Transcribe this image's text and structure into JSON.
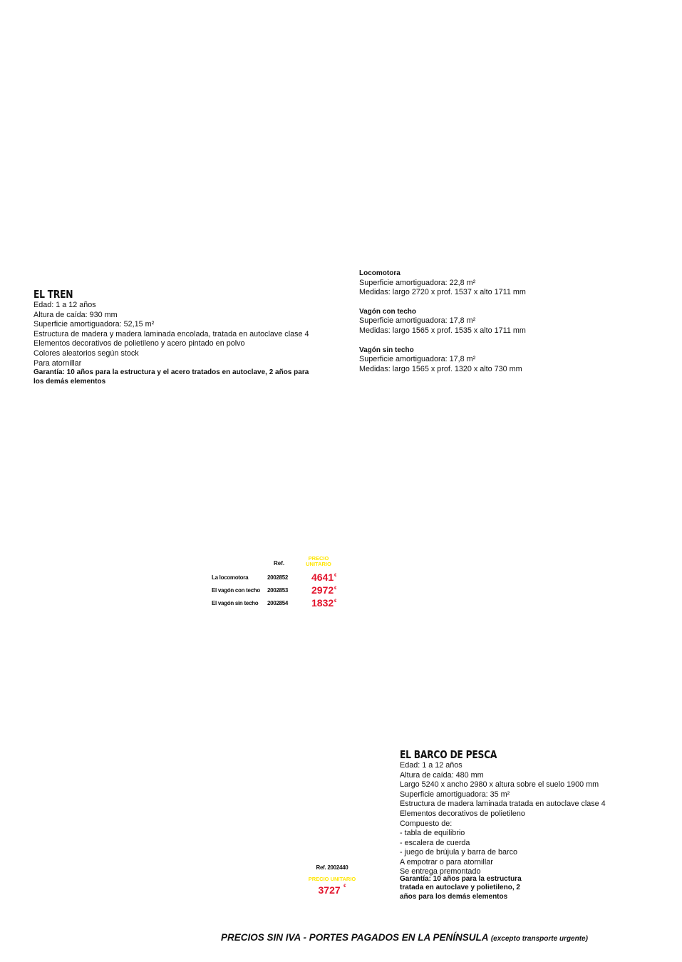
{
  "tren": {
    "title": "EL TREN",
    "lines": [
      "Edad: 1 a 12 años",
      "Altura de caída: 930 mm",
      "Superficie amortiguadora: 52,15 m²",
      "Estructura de madera y madera laminada encolada, tratada en autoclave clase 4",
      "Elementos decorativos de polietileno y acero pintado en polvo",
      "Colores aleatorios según stock",
      "Para atornillar"
    ],
    "guarantee": "Garantía: 10 años para la estructura y el acero tratados en autoclave, 2 años para los demás elementos"
  },
  "wagons": [
    {
      "name": "Locomotora",
      "surface": "Superficie amortiguadora: 22,8 m²",
      "measures": "Medidas: largo 2720 x prof. 1537 x alto 1711 mm"
    },
    {
      "name": "Vagón con techo",
      "surface": "Superficie amortiguadora: 17,8 m²",
      "measures": "Medidas: largo 1565 x prof. 1535 x alto 1711 mm"
    },
    {
      "name": "Vagón sin techo",
      "surface": "Superficie amortiguadora: 17,8 m²",
      "measures": "Medidas: largo 1565 x prof. 1320 x alto 730 mm"
    }
  ],
  "train_prices": {
    "header_ref": "Ref.",
    "header_price_1": "PRECIO",
    "header_price_2": "UNITARIO",
    "currency": "€",
    "rows": [
      {
        "name": "La locomotora",
        "ref": "2002852",
        "price": "4641"
      },
      {
        "name": "El vagón con techo",
        "ref": "2002853",
        "price": "2972"
      },
      {
        "name": "El vagón sin techo",
        "ref": "2002854",
        "price": "1832"
      }
    ]
  },
  "barco": {
    "title": "EL BARCO DE PESCA",
    "lines": [
      "Edad: 1 a 12 años",
      "Altura de caída: 480 mm",
      "Largo 5240 x ancho 2980 x altura sobre el suelo 1900 mm",
      "Superficie amortiguadora: 35 m²",
      "Estructura de madera laminada tratada en autoclave clase 4",
      "Elementos decorativos de polietileno",
      "Compuesto de:",
      "- tabla de equilibrio",
      "- escalera de cuerda",
      "- juego de brújula y barra de barco",
      "A empotrar o para atornillar",
      "Se entrega premontado"
    ],
    "guarantee_lines": [
      "Garantía: 10 años para la estructura",
      "tratada en autoclave y polietileno, 2",
      "años para los demás elementos"
    ]
  },
  "barco_price": {
    "ref": "Ref. 2002440",
    "label": "PRECIO UNITARIO",
    "price": "3727",
    "currency": "€"
  },
  "footer": {
    "main": "PRECIOS SIN IVA - PORTES PAGADOS EN LA PENÍNSULA",
    "note": "(excepto transporte urgente)"
  },
  "colors": {
    "price_red": "#e3132b",
    "label_yellow": "#ffe600"
  }
}
